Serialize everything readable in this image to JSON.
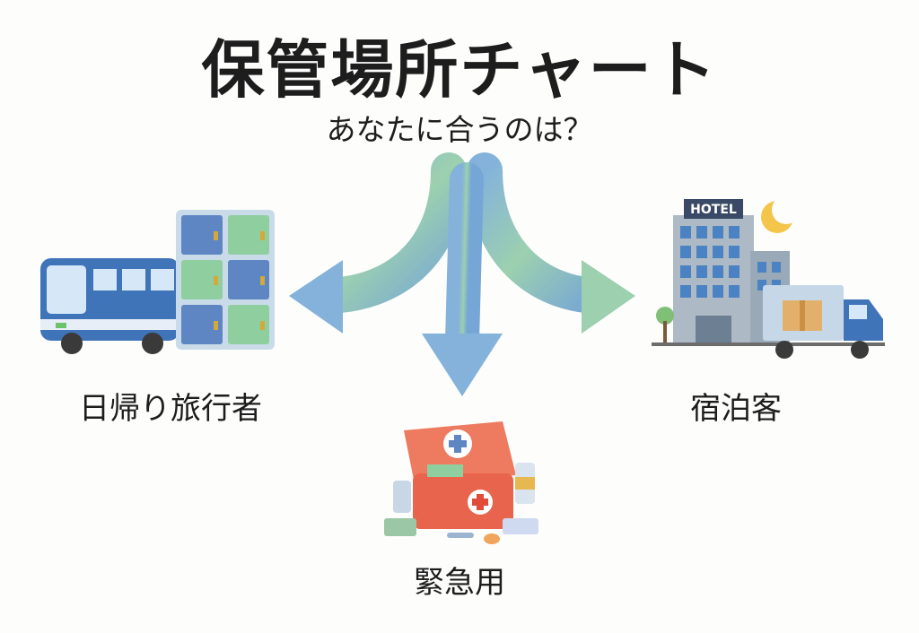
{
  "header": {
    "title": "保管場所チャート",
    "subtitle": "あなたに合うのは？"
  },
  "options": {
    "left": {
      "label": "日帰り旅行者",
      "icons": [
        "bus-icon",
        "locker-icon"
      ]
    },
    "bottom": {
      "label": "緊急用",
      "icons": [
        "first-aid-kit-icon"
      ]
    },
    "right": {
      "label": "宿泊客",
      "icons": [
        "hotel-icon",
        "moon-icon",
        "delivery-truck-icon",
        "package-icon"
      ],
      "hotel_sign": "HOTEL"
    }
  },
  "colors": {
    "arrow_blue": "#6fa6d6",
    "arrow_green": "#8cc9a2",
    "locker_blue": "#5d86c2",
    "locker_green": "#8fcf9f",
    "kit_red": "#e8644d",
    "building_gray": "#aeb9c6",
    "moon_yellow": "#f3c64b"
  }
}
